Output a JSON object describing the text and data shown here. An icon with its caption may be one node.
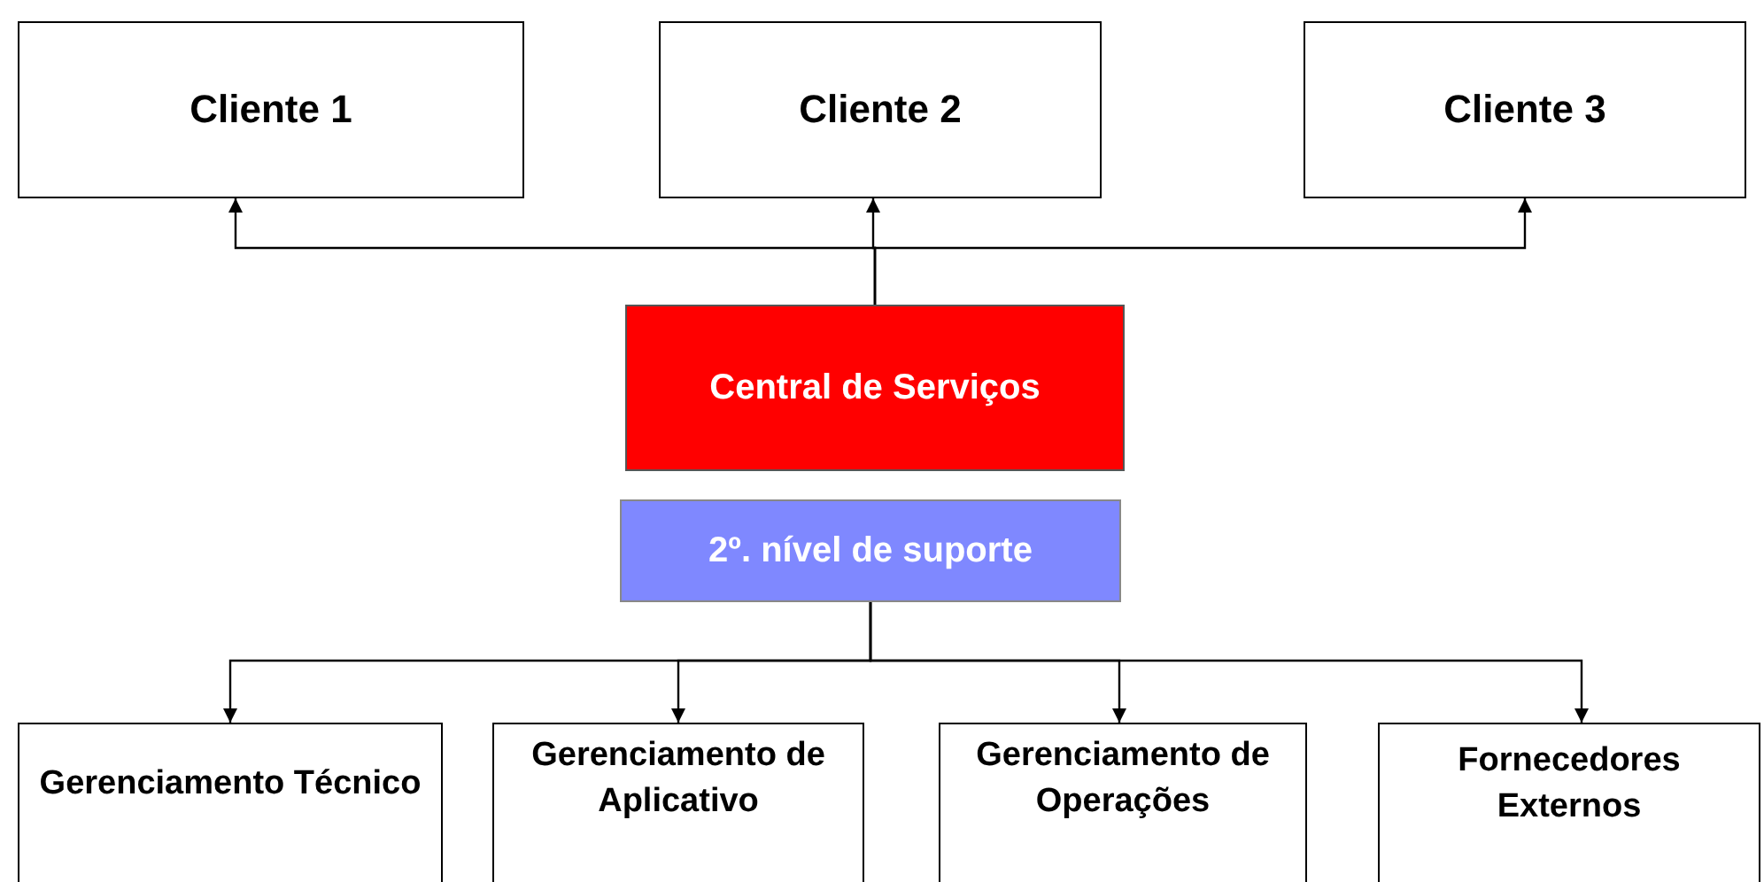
{
  "diagram": {
    "nodes": [
      {
        "text": [
          "Cliente 1"
        ]
      },
      {
        "text": [
          "Cliente 2"
        ]
      },
      {
        "text": [
          "Cliente 3"
        ]
      },
      {
        "text": [
          "Central de Serviços"
        ]
      },
      {
        "text": [
          "2º. nível de suporte"
        ]
      },
      {
        "text": [
          "Gerenciamento Técnico"
        ]
      },
      {
        "text": [
          "Gerenciamento de Aplicativo"
        ]
      },
      {
        "text": [
          "Gerenciamento de Operações"
        ]
      },
      {
        "text": [
          "Fornecedores Externos"
        ]
      }
    ],
    "edges": [
      {
        "from": 3,
        "to": 0,
        "arrow": "to"
      },
      {
        "from": 3,
        "to": 1,
        "arrow": "to"
      },
      {
        "from": 3,
        "to": 2,
        "arrow": "to"
      },
      {
        "from": 4,
        "to": 5,
        "arrow": "to"
      },
      {
        "from": 4,
        "to": 6,
        "arrow": "to"
      },
      {
        "from": 4,
        "to": 7,
        "arrow": "to"
      },
      {
        "from": 4,
        "to": 8,
        "arrow": "to"
      }
    ]
  }
}
